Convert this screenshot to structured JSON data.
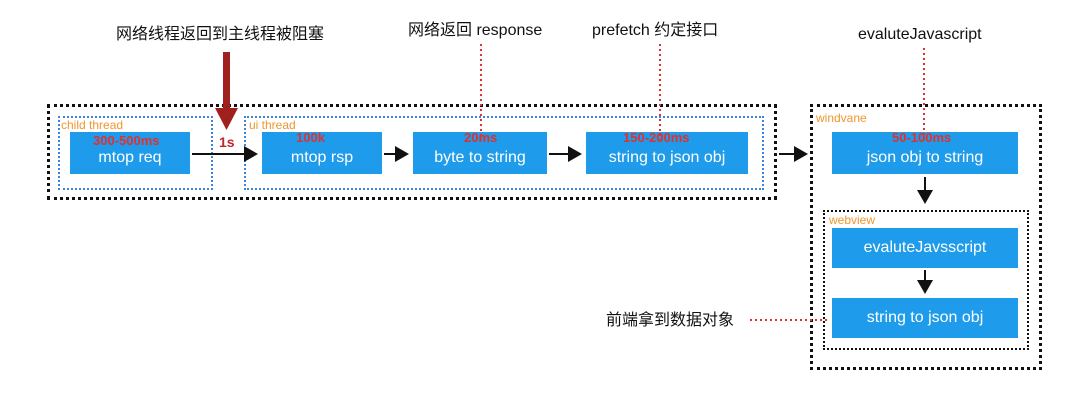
{
  "colors": {
    "node_fill": "#1e9ceb",
    "node_text": "#ffffff",
    "region_label": "#f0962d",
    "metric": "#e03030",
    "blocked_arrow": "#a0201e",
    "annotation_line": "#e03030"
  },
  "regions": {
    "child_thread": "child thread",
    "ui_thread": "ui thread",
    "windvane": "windvane",
    "webview": "webview"
  },
  "nodes": {
    "mtop_req": "mtop req",
    "mtop_rsp": "mtop rsp",
    "byte_to_string": "byte to string",
    "string_to_json_obj": "string to json obj",
    "json_obj_to_string": "json obj to string",
    "evalute_javsscript": "evaluteJavsscript",
    "webview_string_to_json_obj": "string to json obj"
  },
  "metrics": {
    "mtop_req": "300-500ms",
    "mtop_rsp": "100k",
    "byte_to_string": "20ms",
    "string_to_json_obj": "150-200ms",
    "json_obj_to_string": "50-100ms"
  },
  "delay_label": "1s",
  "annotations": {
    "blocked": "网络线程返回到主线程被阻塞",
    "network_response": "网络返回 response",
    "prefetch": "prefetch 约定接口",
    "evalute": "evaluteJavascript",
    "frontend": "前端拿到数据对象"
  }
}
